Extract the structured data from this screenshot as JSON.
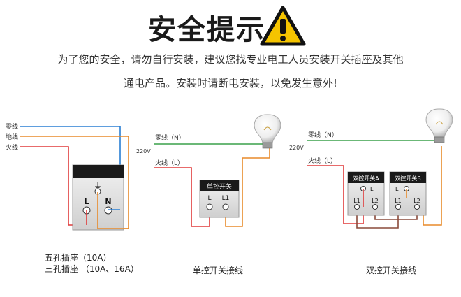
{
  "header": {
    "title": "安全提示",
    "notice_line1": "为了您的安全，请勿自行安装，建议您找专业电工人员安装开关插座及其他",
    "notice_line2": "通电产品。安装时请断电安装，以免发生意外!"
  },
  "socket_diagram": {
    "wire_zero": "零线",
    "wire_ground": "地线",
    "wire_live": "火线",
    "ground_symbol": "⏚",
    "terminal_l": "L",
    "terminal_n": "N",
    "caption_line1": "五孔插座（10A）",
    "caption_line2": "三孔插座 （10A、16A）"
  },
  "single_switch_diagram": {
    "voltage": "220V",
    "wire_zero": "零线（N）",
    "wire_live": "火线（L）",
    "switch_label": "单控开关",
    "terminal_l": "L",
    "terminal_l1": "L1",
    "caption": "单控开关接线"
  },
  "double_switch_diagram": {
    "voltage": "220V",
    "wire_zero": "零线（N）",
    "wire_live": "火线（L）",
    "switch_a_label": "双控开关A",
    "switch_b_label": "双控开关B",
    "terminal_l": "L",
    "terminal_l1": "L1",
    "terminal_l2": "L2",
    "caption": "双控开关接线"
  },
  "colors": {
    "live": "#e03a3a",
    "ground": "#2a7fd4",
    "neutral": "#3aa04a",
    "switch_wire": "#e88a2a",
    "loop_wire": "#8a4a3a",
    "warning": "#f5c400"
  }
}
